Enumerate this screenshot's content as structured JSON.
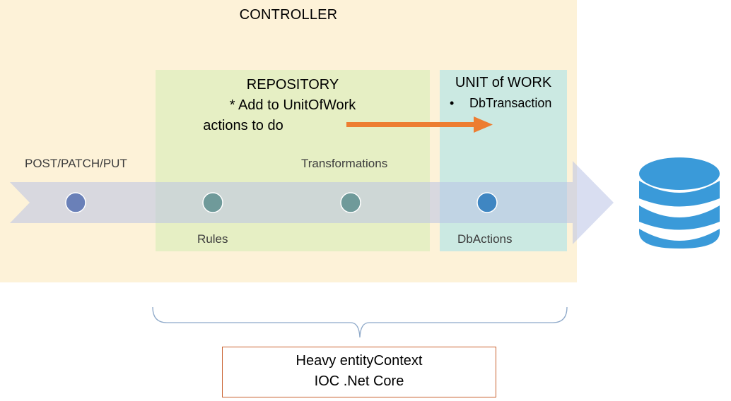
{
  "controller": {
    "title": "CONTROLLER"
  },
  "repository": {
    "title": "REPOSITORY",
    "line2": "* Add to UnitOfWork",
    "line3": "actions to do"
  },
  "unit_of_work": {
    "title": "UNIT of WORK",
    "bullet_symbol": "•",
    "bullet_text": "DbTransaction"
  },
  "pipeline": {
    "input_label": "POST/PATCH/PUT",
    "transformations_label": "Transformations",
    "rules_label": "Rules",
    "dbactions_label": "DbActions"
  },
  "context": {
    "line1": "Heavy entityContext",
    "line2": "IOC .Net Core"
  },
  "colors": {
    "controller_bg": "#fdf2d8",
    "repository_bg": "#e6efc4",
    "unit_of_work_bg": "#cbe9e2",
    "pipeline_arrow": "#c7cfe8",
    "orange_arrow": "#ed7d31",
    "database": "#3a9ad9",
    "brace": "#8ea9c9",
    "context_border": "#c9602d"
  },
  "icons": {
    "database": "database-icon"
  }
}
